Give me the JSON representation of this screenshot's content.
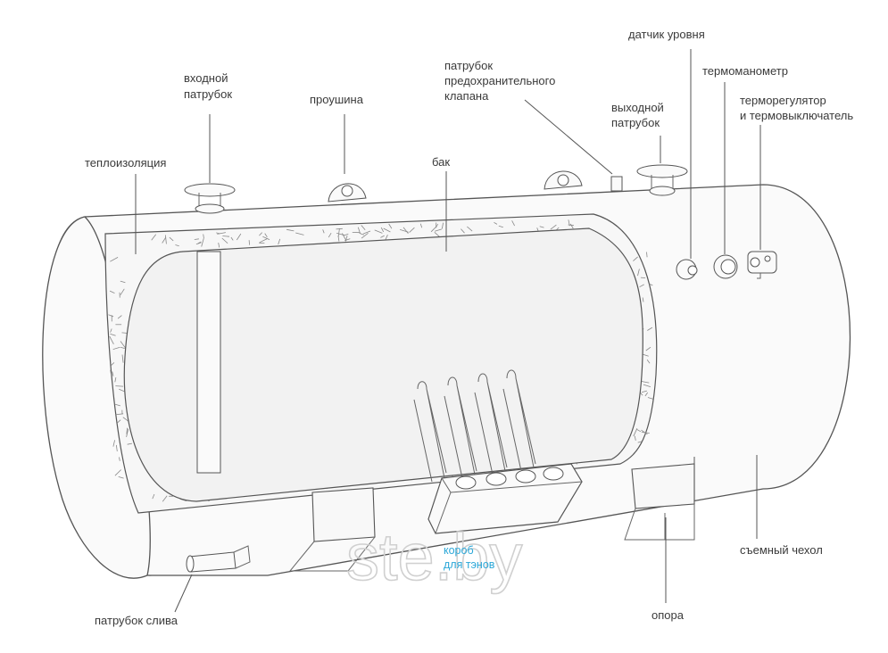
{
  "labels": {
    "inlet": [
      "входной",
      "патрубок"
    ],
    "lug": "проушина",
    "valve": [
      "патрубок",
      "предохранительного",
      "клапана"
    ],
    "outlet": [
      "выходной",
      "патрубок"
    ],
    "level_sensor": "датчик уровня",
    "thermomanometer": "термоманометр",
    "thermostat": [
      "терморегулятор",
      "и термовыключатель"
    ],
    "insulation": "теплоизоляция",
    "tank": "бак",
    "heater_box": [
      "короб",
      "для тэнов"
    ],
    "cover": "съемный чехол",
    "support": "опора",
    "drain": "патрубок слива"
  },
  "watermark": "ste.by",
  "colors": {
    "line": "#555555",
    "label": "#3a3a3a",
    "highlight_label": "#2aa7d8",
    "tank_fill": "#f2f2f2",
    "watermark": "#d0d0d0"
  }
}
